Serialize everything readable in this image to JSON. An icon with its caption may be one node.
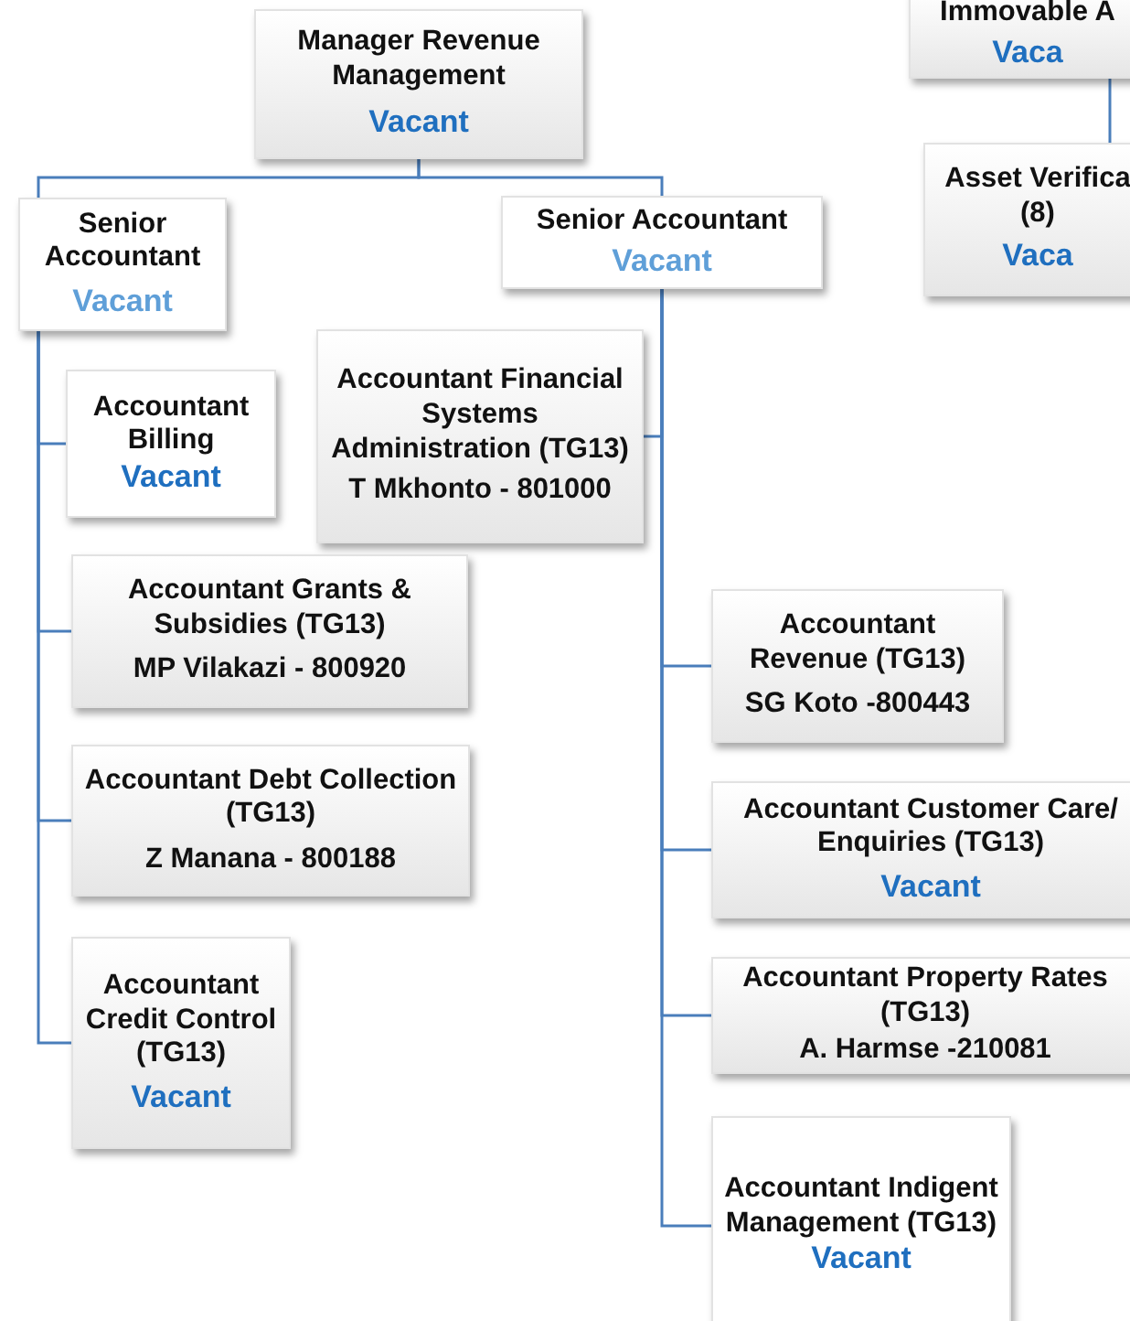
{
  "diagram": {
    "nodes": [
      {
        "text": [
          "Manager Revenue Management",
          "Vacant"
        ]
      },
      {
        "text": [
          "Senior Accountant",
          "Vacant"
        ]
      },
      {
        "text": [
          "Senior Accountant",
          "Vacant"
        ]
      },
      {
        "text": [
          "Accountant Financial Systems Administration (TG13)",
          "T Mkhonto - 801000"
        ]
      },
      {
        "text": [
          "Accountant Billing",
          "Vacant"
        ]
      },
      {
        "text": [
          "Accountant  Grants & Subsidies (TG13)",
          "MP Vilakazi - 800920"
        ]
      },
      {
        "text": [
          "Accountant Debt Collection (TG13)",
          "Z Manana - 800188"
        ]
      },
      {
        "text": [
          "Accountant Credit Control (TG13)",
          "Vacant"
        ]
      },
      {
        "text": [
          "Accountant Revenue (TG13)",
          "SG Koto -800443"
        ]
      },
      {
        "text": [
          "Accountant Customer Care/ Enquiries (TG13)",
          "Vacant"
        ]
      },
      {
        "text": [
          "Accountant Property Rates (TG13)",
          "A. Harmse  -210081"
        ]
      },
      {
        "text": [
          "Accountant Indigent Management (TG13)",
          "Vacant"
        ]
      },
      {
        "text": [
          "Immovable A",
          "Vaca"
        ]
      },
      {
        "text": [
          "Asset Verifica (8)",
          "Vaca"
        ]
      }
    ],
    "edges": [
      {
        "from": 0,
        "to": 1,
        "arrow": "none"
      },
      {
        "from": 0,
        "to": 2,
        "arrow": "none"
      },
      {
        "from": 1,
        "to": 4,
        "arrow": "none"
      },
      {
        "from": 1,
        "to": 5,
        "arrow": "none"
      },
      {
        "from": 1,
        "to": 6,
        "arrow": "none"
      },
      {
        "from": 1,
        "to": 7,
        "arrow": "none"
      },
      {
        "from": 2,
        "to": 3,
        "arrow": "none"
      },
      {
        "from": 2,
        "to": 8,
        "arrow": "none"
      },
      {
        "from": 2,
        "to": 9,
        "arrow": "none"
      },
      {
        "from": 2,
        "to": 10,
        "arrow": "none"
      },
      {
        "from": 2,
        "to": 11,
        "arrow": "none"
      },
      {
        "from": 12,
        "to": 13,
        "arrow": "none"
      }
    ]
  }
}
